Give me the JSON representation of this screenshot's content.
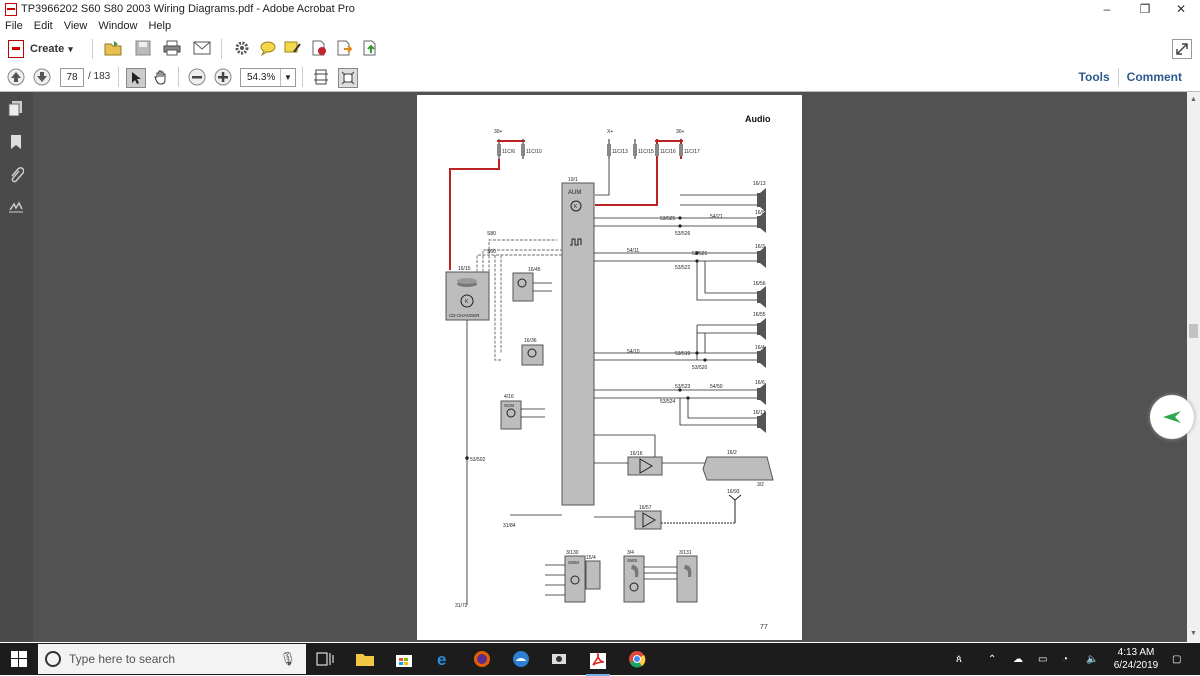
{
  "window": {
    "title": "TP3966202 S60 S80 2003 Wiring Diagrams.pdf - Adobe Acrobat Pro"
  },
  "menu": [
    "File",
    "Edit",
    "View",
    "Window",
    "Help"
  ],
  "toolbar": {
    "create_label": "Create",
    "create_arrow": "▾"
  },
  "nav": {
    "page_current": "78",
    "page_total": "/ 183",
    "zoom": "54.3%"
  },
  "right_links": {
    "tools": "Tools",
    "comment": "Comment"
  },
  "page": {
    "heading": "Audio",
    "page_number": "77",
    "labels": {
      "aum": "AUM",
      "cd_changer": "CD-CHANGER",
      "scm": "SCM",
      "swm": "SWM",
      "sws": "SWS",
      "c19_1": "19/1",
      "c16_15": "16/15",
      "c16_45": "16/45",
      "c16_36": "16/36",
      "c4_16": "4/16",
      "c16_16": "16/16",
      "c16_57": "16/57",
      "c16_93": "16/93",
      "c16_2": "16/2",
      "c3_2": "3/2",
      "c3_130": "3/130",
      "c15_4": "15/4",
      "c3_4": "3/4",
      "c3_131": "3/131",
      "c53_502": "53/502",
      "c31_84": "31/84",
      "c31_72": "31/72",
      "f11c_6": "11C/6",
      "f11c_10": "11C/10",
      "f11c_13": "11C/13",
      "f11c_15": "11C/15",
      "f11c_16": "11C/16",
      "f11c_17": "11C/17",
      "v30a": "30+",
      "v30b": "30+",
      "vx": "X+",
      "sp16_13": "16/13",
      "sp16_8": "16/8",
      "sp16_3": "16/3",
      "sp16_56": "16/56",
      "sp16_55": "16/55",
      "sp16_4": "16/4",
      "sp16_6": "16/6",
      "sp16_17": "16/17",
      "j53_525": "53/525",
      "j53_526": "53/526",
      "j53_521": "53/521",
      "j53_522": "53/522",
      "j53_519": "53/519",
      "j53_520": "53/520",
      "j53_523": "53/523",
      "j53_524": "53/524",
      "j54_21": "54/21",
      "j54_11": "54/11",
      "j54_10": "54/10",
      "j54_50": "54/50",
      "s80": "S80",
      "s60": "S60"
    }
  },
  "taskbar": {
    "search_placeholder": "Type here to search",
    "time": "4:13 AM",
    "date": "6/24/2019"
  }
}
